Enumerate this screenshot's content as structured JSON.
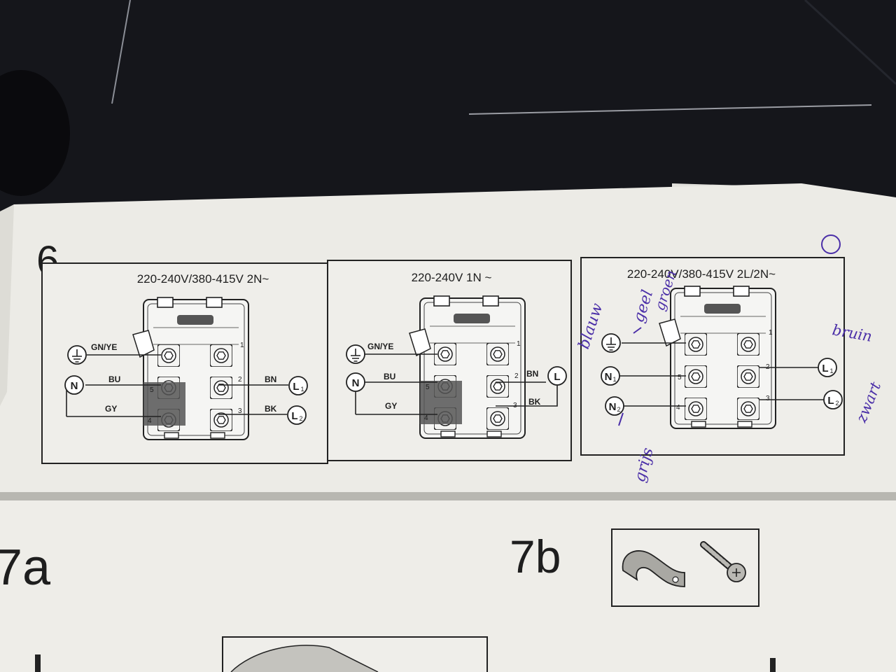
{
  "section_6": {
    "number": "6",
    "panels": [
      {
        "title": "220-240V/380-415V 2N~",
        "earth_label": "GN/YE",
        "wires": [
          "BU",
          "GY",
          "BN",
          "BK"
        ],
        "left_terminals": [
          "N"
        ],
        "right_terminals": [
          {
            "main": "L",
            "sub": "1"
          },
          {
            "main": "L",
            "sub": "2"
          }
        ],
        "terminal_numbers": [
          "1",
          "5",
          "4",
          "2",
          "3"
        ]
      },
      {
        "title": "220-240V 1N ~",
        "earth_label": "GN/YE",
        "wires": [
          "BU",
          "GY",
          "BN",
          "BK"
        ],
        "left_terminals": [
          "N"
        ],
        "right_terminals": [
          {
            "main": "L",
            "sub": ""
          }
        ],
        "terminal_numbers": [
          "1",
          "5",
          "4",
          "2",
          "3"
        ]
      },
      {
        "title": "220-240V/380-415V 2L/2N~",
        "left_terminals": [
          {
            "main": "N",
            "sub": "1"
          },
          {
            "main": "N",
            "sub": "2"
          }
        ],
        "right_terminals": [
          {
            "main": "L",
            "sub": "1"
          },
          {
            "main": "L",
            "sub": "2"
          }
        ],
        "terminal_numbers": [
          "1",
          "5",
          "4",
          "2",
          "3"
        ],
        "annotations": [
          "blauw",
          "geel",
          "groen",
          "grijs",
          "bruin",
          "zwart"
        ]
      }
    ]
  },
  "section_7": {
    "left_label": "7a",
    "right_label": "7b",
    "icons": [
      "clamp-icon",
      "screw-icon"
    ]
  },
  "colors": {
    "paper": "#ecebe6",
    "ink": "#1e1e1e",
    "handwriting": "#4b2fa8",
    "background": "#15161b"
  }
}
